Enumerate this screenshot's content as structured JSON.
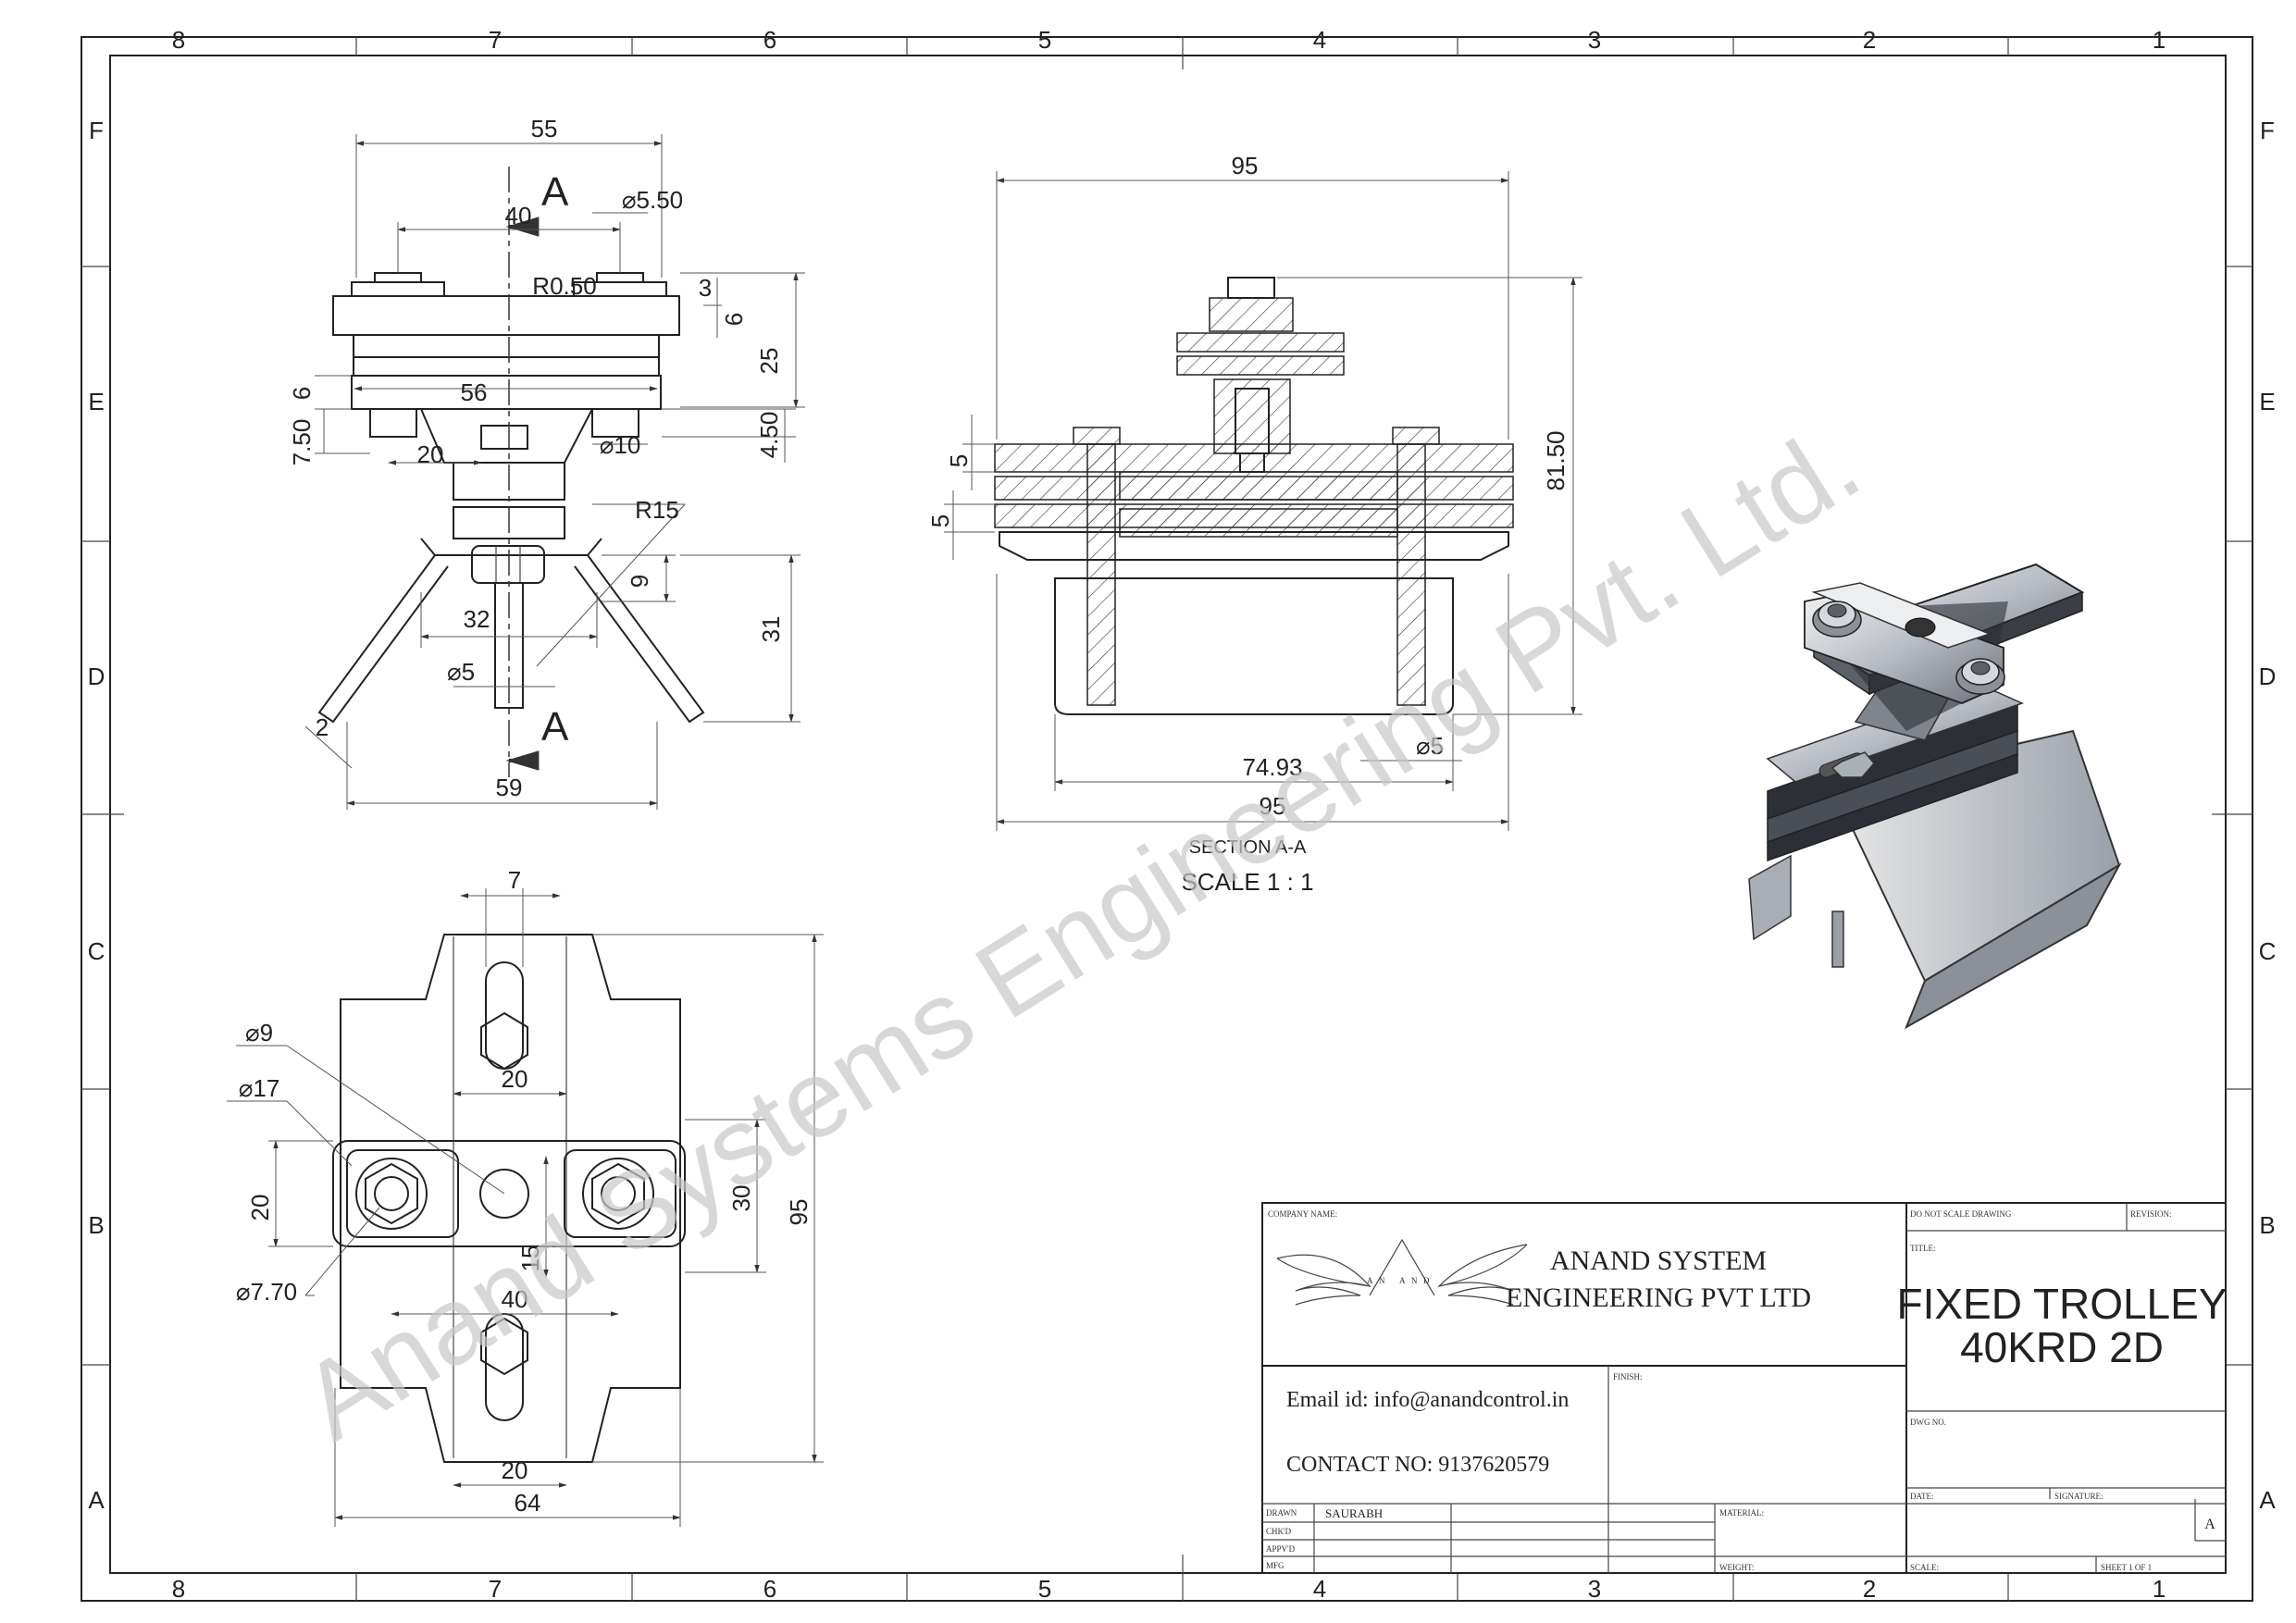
{
  "zones": {
    "columns": [
      "8",
      "7",
      "6",
      "5",
      "4",
      "3",
      "2",
      "1"
    ],
    "rows": [
      "F",
      "E",
      "D",
      "C",
      "B",
      "A"
    ]
  },
  "watermark": "Anand Systems Engineering Pvt. Ltd.",
  "front_view": {
    "dims": [
      "55",
      "40",
      "⌀5.50",
      "R0.50",
      "3",
      "6",
      "25",
      "6",
      "56",
      "7.50",
      "4.50",
      "⌀10",
      "20",
      "R15",
      "9",
      "32",
      "31",
      "⌀5",
      "2",
      "59"
    ],
    "section_marks": [
      "A",
      "A"
    ]
  },
  "section_view": {
    "dims": [
      "95",
      "5",
      "5",
      "81.50",
      "⌀5",
      "74.93",
      "95"
    ],
    "caption": "SECTION A-A",
    "scale": "SCALE 1 : 1"
  },
  "top_view": {
    "dims": [
      "7",
      "20",
      "⌀9",
      "⌀17",
      "20",
      "30",
      "95",
      "15",
      "⌀7.70",
      "40",
      "20",
      "64"
    ]
  },
  "title_block": {
    "company_name_label": "COMPANY NAME:",
    "logo_letters": [
      "A",
      "N",
      "A",
      "N",
      "D"
    ],
    "company_line1": "ANAND SYSTEM",
    "company_line2": "ENGINEERING PVT LTD",
    "email": "Email id: info@anandcontrol.in",
    "contact": "CONTACT NO: 9137620579",
    "finish_label": "FINISH:",
    "do_not_scale": "DO NOT SCALE DRAWING",
    "revision_label": "REVISION:",
    "title_label": "TITLE:",
    "title_line1": "FIXED TROLLEY",
    "title_line2": "40KRD 2D",
    "dwg_no_label": "DWG NO.",
    "date_label": "DATE:",
    "signature_label": "SIGNATURE:",
    "material_label": "MATERIAL:",
    "weight_label": "WEIGHT:",
    "scale_label": "SCALE:",
    "sheet_label": "SHEET 1 OF 1",
    "size": "A",
    "rows": [
      {
        "role": "DRAWN",
        "name": "SAURABH"
      },
      {
        "role": "CHK'D",
        "name": ""
      },
      {
        "role": "APPV'D",
        "name": ""
      },
      {
        "role": "MFG",
        "name": ""
      }
    ]
  }
}
